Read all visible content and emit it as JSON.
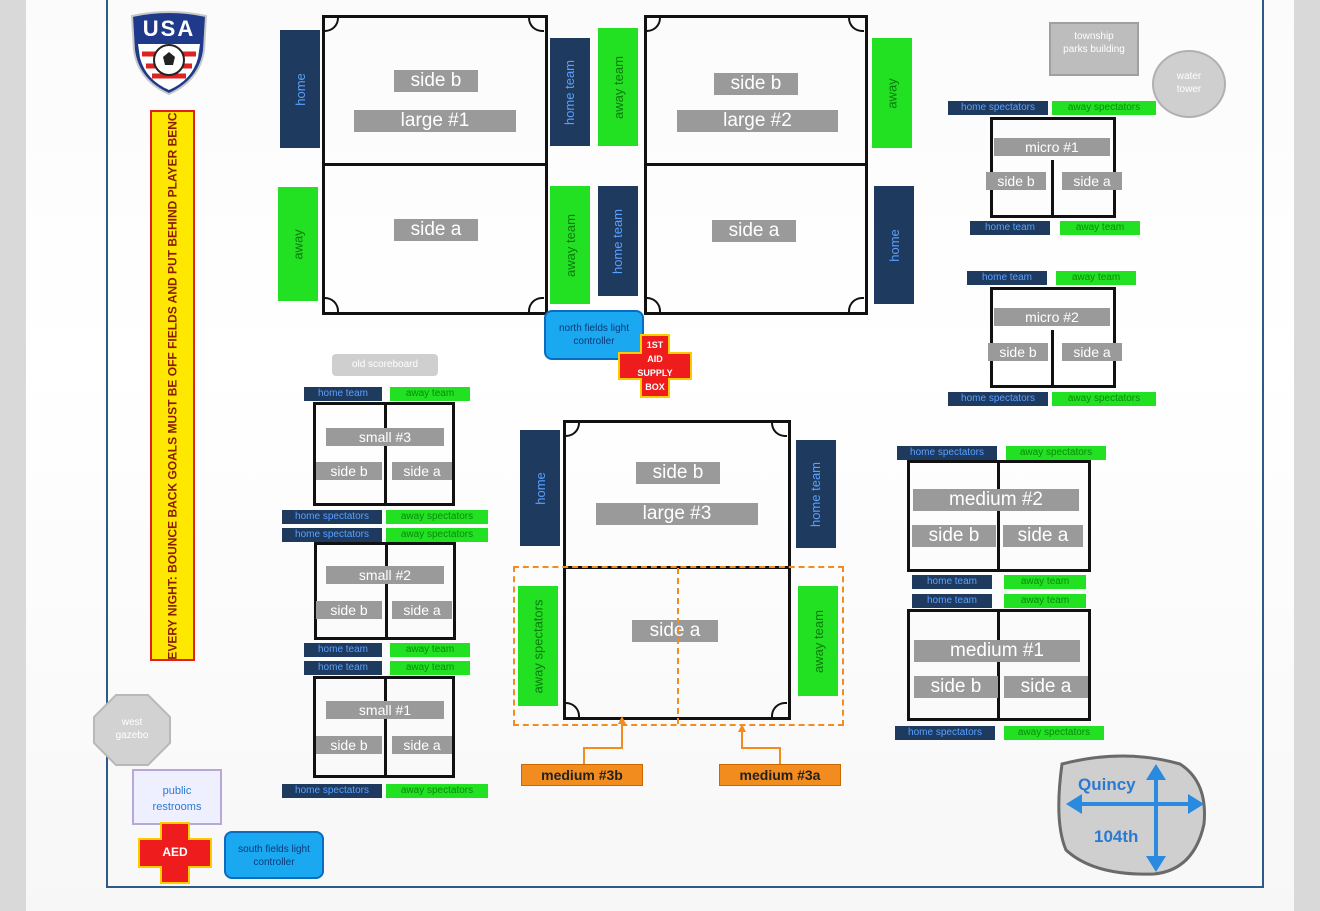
{
  "logo": {
    "text": "USA"
  },
  "banner": {
    "text": "EVERY NIGHT: BOUNCE BACK GOALS MUST BE OFF FIELDS AND PUT BEHIND PLAYER BENC"
  },
  "landmarks": {
    "township": "township parks building",
    "water_tower": "water tower",
    "old_scoreboard": "old scoreboard",
    "west_gazebo": "west gazebo",
    "restrooms": "public restrooms",
    "aed": "AED",
    "first_aid": [
      "1ST",
      "AID",
      "SUPPLY",
      "BOX"
    ],
    "north_controller": "north fields light controller",
    "south_controller": "south fields light controller"
  },
  "compass": {
    "north": "Quincy",
    "south": "104th"
  },
  "labels": {
    "home": "home",
    "away": "away",
    "home_team": "home team",
    "away_team": "away team",
    "home_spectators": "home spectators",
    "away_spectators": "away spectators",
    "side_a": "side a",
    "side_b": "side b"
  },
  "fields": {
    "large1": "large #1",
    "large2": "large #2",
    "large3": "large #3",
    "micro1": "micro #1",
    "micro2": "micro #2",
    "small1": "small #1",
    "small2": "small #2",
    "small3": "small #3",
    "medium1": "medium #1",
    "medium2": "medium #2",
    "medium3a": "medium #3a",
    "medium3b": "medium #3b"
  }
}
